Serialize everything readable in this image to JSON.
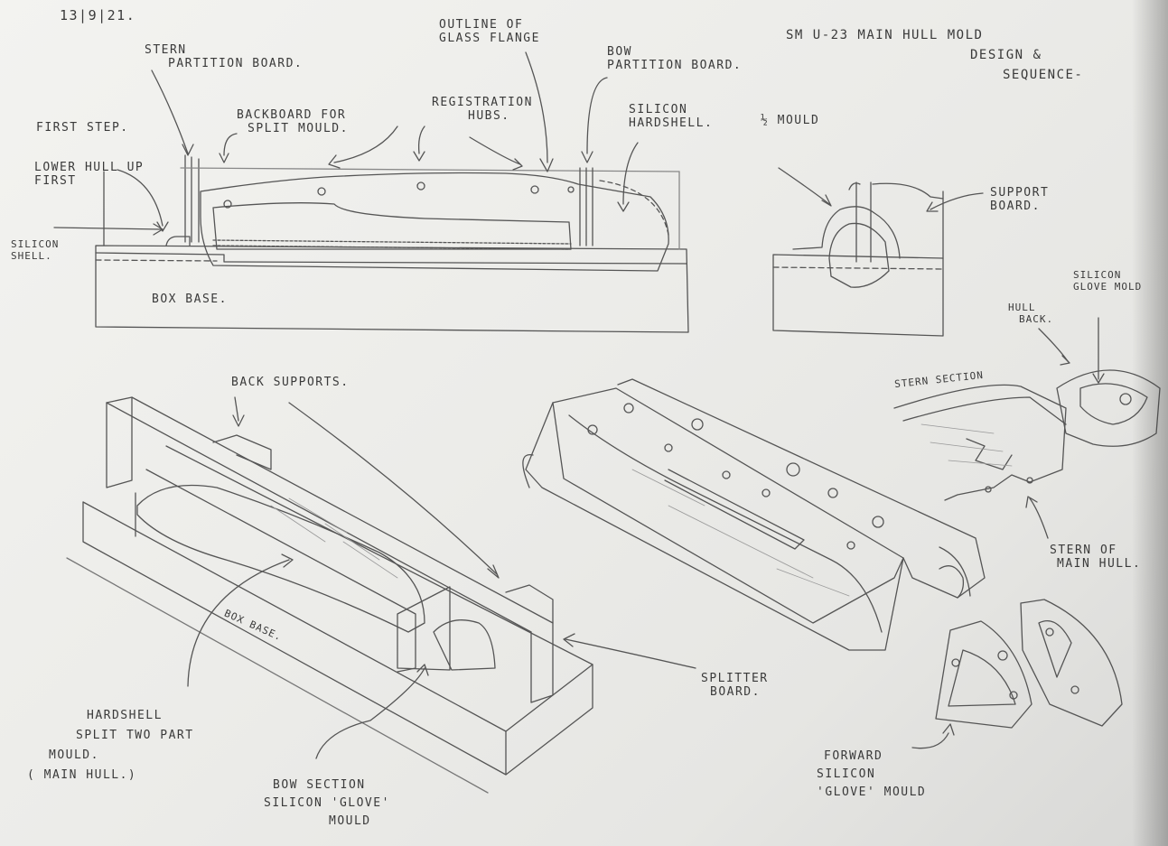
{
  "date": "13|9|21.",
  "title": [
    "SM U-23 MAIN HULL MOLD",
    "DESIGN &",
    "SEQUENCE-"
  ],
  "labels": {
    "stern_partition_board": [
      "STERN",
      "PARTITION BOARD."
    ],
    "outline_glass_flange": [
      "OUTLINE OF",
      "GLASS FLANGE"
    ],
    "bow_partition_board": [
      "BOW",
      "PARTITION BOARD."
    ],
    "first_step": "FIRST STEP.",
    "backboard_split_mould": [
      "BACKBOARD FOR",
      "SPLIT MOULD."
    ],
    "registration_hubs": [
      "REGISTRATION",
      "HUBS."
    ],
    "silicon_hardshell": [
      "SILICON",
      "HARDSHELL."
    ],
    "half_mould": "½ MOULD",
    "lower_hull_first": [
      "LOWER HULL UP",
      "FIRST"
    ],
    "support_board": [
      "SUPPORT",
      "BOARD."
    ],
    "silicon_shell": [
      "SILICON",
      "SHELL."
    ],
    "box_base_top": "BOX BASE.",
    "silicon_glove_mold": [
      "SILICON",
      "GLOVE MOLD"
    ],
    "hull_back": [
      "HULL",
      "BACK."
    ],
    "back_supports": "BACK SUPPORTS.",
    "stern_section": "STERN SECTION",
    "box_base_iso": "BOX BASE.",
    "stern_main_hull": [
      "STERN OF",
      "MAIN HULL."
    ],
    "splitter_board": [
      "SPLITTER",
      "BOARD."
    ],
    "hardshell_split": [
      "HARDSHELL",
      "SPLIT TWO PART",
      "MOULD.",
      "( MAIN HULL.)"
    ],
    "bow_section": [
      "BOW SECTION",
      "SILICON 'GLOVE'",
      "MOULD"
    ],
    "forward_silicon": [
      "FORWARD",
      "SILICON",
      "'GLOVE' MOULD"
    ]
  }
}
